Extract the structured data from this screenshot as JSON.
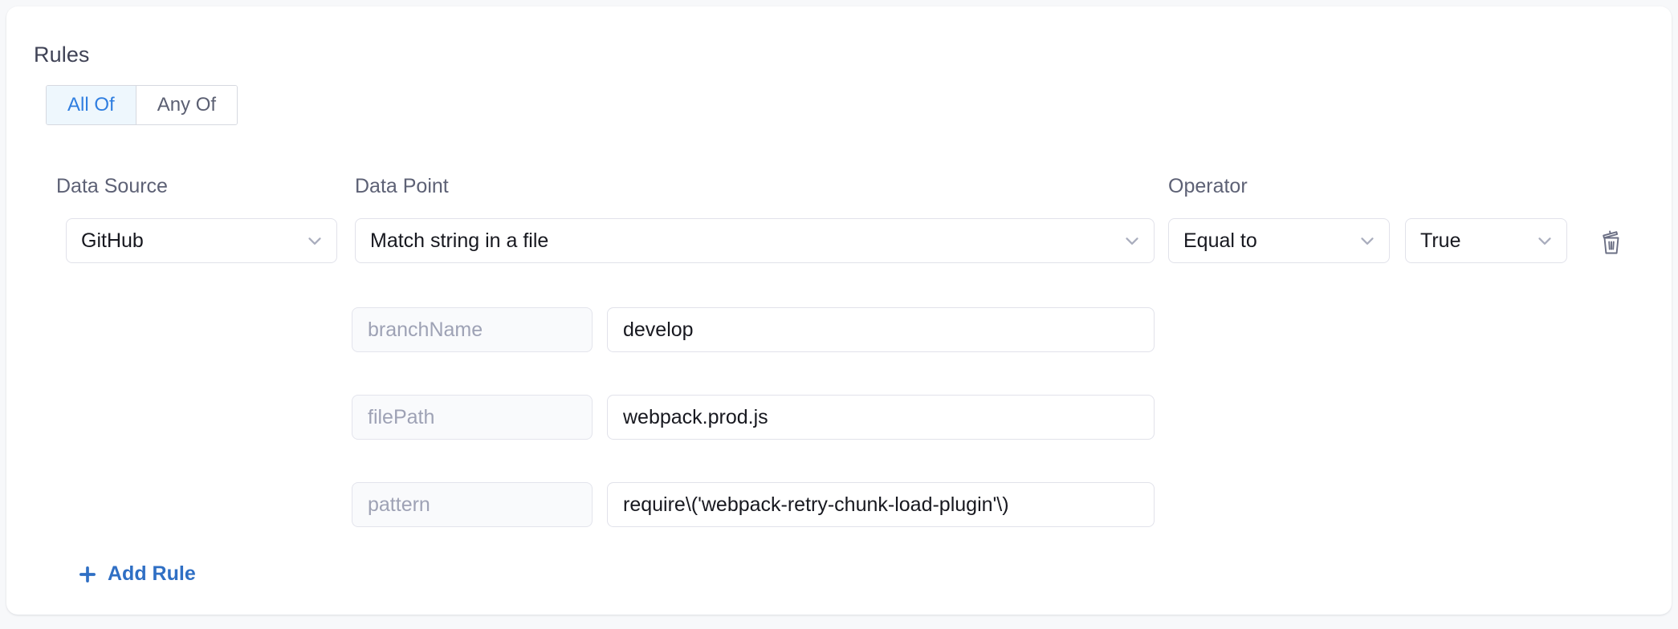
{
  "section": {
    "title": "Rules"
  },
  "match_mode": {
    "options": [
      {
        "label": "All Of",
        "active": true
      },
      {
        "label": "Any Of",
        "active": false
      }
    ]
  },
  "columns": {
    "data_source": "Data Source",
    "data_point": "Data Point",
    "operator": "Operator"
  },
  "rule": {
    "data_source": "GitHub",
    "data_point": "Match string in a file",
    "operator": "Equal to",
    "value": "True",
    "delete_icon": "trash-icon",
    "chevron_icon": "chevron-down-icon",
    "params": [
      {
        "key": "branchName",
        "value": "develop"
      },
      {
        "key": "filePath",
        "value": "webpack.prod.js"
      },
      {
        "key": "pattern",
        "value": "require\\('webpack-retry-chunk-load-plugin'\\)"
      }
    ]
  },
  "actions": {
    "add_rule_label": "Add Rule",
    "add_rule_icon": "plus-icon"
  },
  "colors": {
    "accent": "#2f6fc4",
    "tab_active_text": "#2f7ee0",
    "tab_active_bg": "#eef7fd",
    "page_bg": "#f7f8fa",
    "card_bg": "#ffffff",
    "border": "#e1e2ea",
    "label_text": "#5d6175",
    "placeholder_text": "#9ea2b5"
  }
}
